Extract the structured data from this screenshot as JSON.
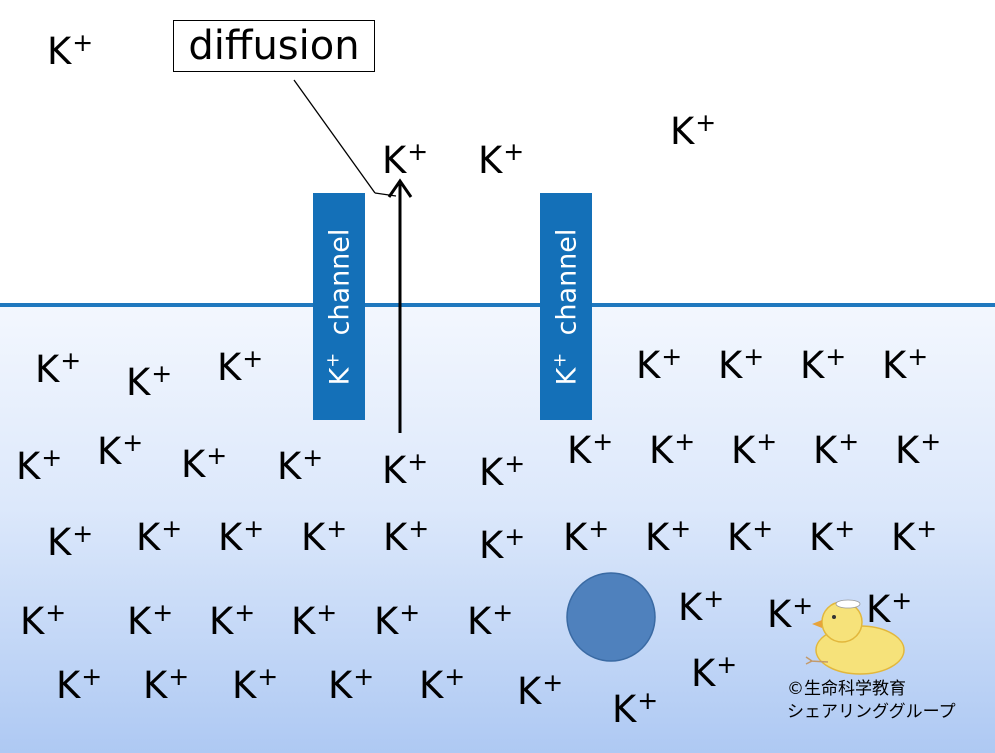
{
  "ion": {
    "base": "K",
    "charge": "+"
  },
  "channel_label": "channel",
  "diffusion_label": "diffusion",
  "credit": {
    "line1": "©生命科学教育",
    "line2": "シェアリンググループ"
  },
  "colors": {
    "membrane": "#1f78be",
    "channel": "#1470b8",
    "vesicle": "#4f81bd"
  }
}
